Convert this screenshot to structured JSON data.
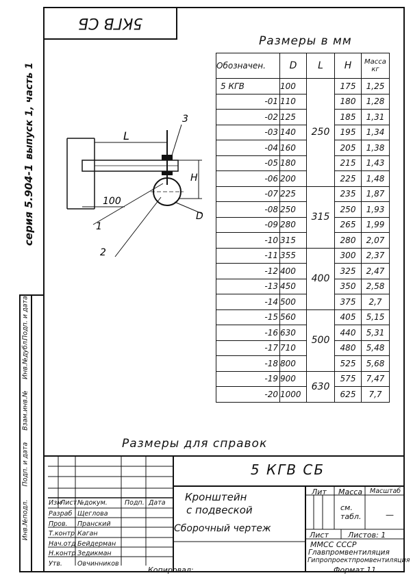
{
  "stamp": "5КГВ СБ",
  "sidebar": {
    "series": "серия 5.904-1",
    "issue": "выпуск 1, часть 1",
    "fields": [
      "Инв.№подл.",
      "Подп. и дата",
      "Взам.инв.№",
      "Инв.№дубл.",
      "Подп. и дата"
    ]
  },
  "table_title": "Размеры в мм",
  "headers": [
    "Обозначен.",
    "D",
    "L",
    "H",
    "Масса кг"
  ],
  "rows": [
    {
      "des": "5 КГВ",
      "d": "100",
      "h": "175",
      "m": "1,25"
    },
    {
      "des": "-01",
      "d": "110",
      "h": "180",
      "m": "1,28"
    },
    {
      "des": "-02",
      "d": "125",
      "h": "185",
      "m": "1,31"
    },
    {
      "des": "-03",
      "d": "140",
      "h": "195",
      "m": "1,34"
    },
    {
      "des": "-04",
      "d": "160",
      "h": "205",
      "m": "1,38"
    },
    {
      "des": "-05",
      "d": "180",
      "h": "215",
      "m": "1,43"
    },
    {
      "des": "-06",
      "d": "200",
      "h": "225",
      "m": "1,48"
    },
    {
      "des": "-07",
      "d": "225",
      "h": "235",
      "m": "1,87"
    },
    {
      "des": "-08",
      "d": "250",
      "h": "250",
      "m": "1,93"
    },
    {
      "des": "-09",
      "d": "280",
      "h": "265",
      "m": "1,99"
    },
    {
      "des": "-10",
      "d": "315",
      "h": "280",
      "m": "2,07"
    },
    {
      "des": "-11",
      "d": "355",
      "h": "300",
      "m": "2,37"
    },
    {
      "des": "-12",
      "d": "400",
      "h": "325",
      "m": "2,47"
    },
    {
      "des": "-13",
      "d": "450",
      "h": "350",
      "m": "2,58"
    },
    {
      "des": "-14",
      "d": "500",
      "h": "375",
      "m": "2,7"
    },
    {
      "des": "-15",
      "d": "560",
      "h": "405",
      "m": "5,15"
    },
    {
      "des": "-16",
      "d": "630",
      "h": "440",
      "m": "5,31"
    },
    {
      "des": "-17",
      "d": "710",
      "h": "480",
      "m": "5,48"
    },
    {
      "des": "-18",
      "d": "800",
      "h": "525",
      "m": "5,68"
    },
    {
      "des": "-19",
      "d": "900",
      "h": "575",
      "m": "7,47"
    },
    {
      "des": "-20",
      "d": "1000",
      "h": "625",
      "m": "7,7"
    }
  ],
  "L_groups": [
    {
      "value": "250",
      "span": 7
    },
    {
      "value": "315",
      "span": 4
    },
    {
      "value": "400",
      "span": 4
    },
    {
      "value": "500",
      "span": 4
    },
    {
      "value": "630",
      "span": 2
    }
  ],
  "drawing": {
    "L": "L",
    "H": "H",
    "D": "D",
    "dim100": "100",
    "p1": "1",
    "p2": "2",
    "p3": "3"
  },
  "ref_note": "Размеры для справок",
  "title_block": {
    "code": "5 КГВ СБ",
    "name_lines": [
      "Кронштейн",
      "с подвеской",
      "Сборочный чертеж"
    ],
    "cols": [
      "Изм",
      "Лист",
      "№докум.",
      "Подп.",
      "Дата"
    ],
    "roles": [
      {
        "role": "Разраб",
        "name": "Щеглова"
      },
      {
        "role": "Пров.",
        "name": "Пранский"
      },
      {
        "role": "Т.контр",
        "name": "Каган"
      },
      {
        "role": "Нач.отд",
        "name": "Бейдерман"
      },
      {
        "role": "Н.контр",
        "name": "Зедикман"
      },
      {
        "role": "Утв.",
        "name": "Овчинников"
      }
    ],
    "lit": "Лит",
    "mass": "Масса",
    "scale": "Масштаб",
    "mass_value": "см. табл.",
    "scale_value": "—",
    "sheet": "Лист",
    "sheets": "Листов: 1",
    "org1": "ММСС СССР",
    "org2": "Главпромвентиляция",
    "org3": "Гипропроектпромвентиляция",
    "copied": "Копировал:",
    "format": "Формат 11"
  }
}
